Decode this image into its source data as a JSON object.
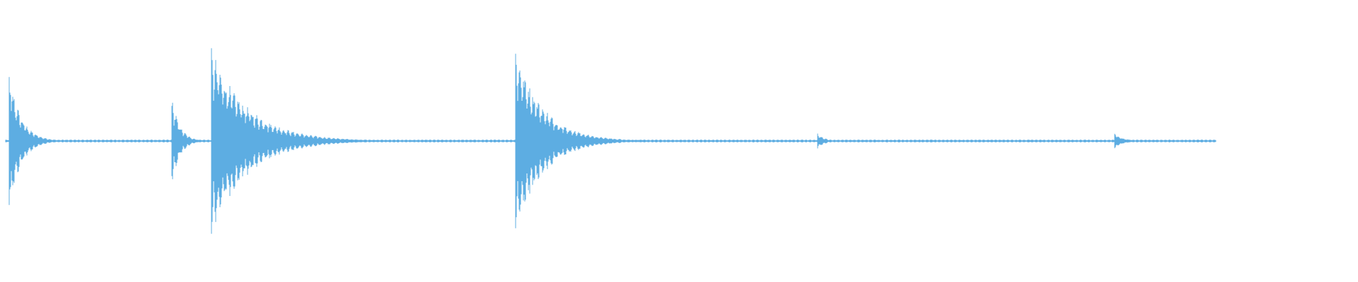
{
  "waveform": {
    "color": "#5dade2",
    "background": "#ffffff",
    "duration": 1.0,
    "transients": [
      {
        "t": 0.007,
        "amp": 0.74,
        "decay": 0.009
      },
      {
        "t": 0.1325,
        "amp": 0.48,
        "decay": 0.006
      },
      {
        "t": 0.163,
        "amp": 0.98,
        "decay": 0.028
      },
      {
        "t": 0.3975,
        "amp": 1.0,
        "decay": 0.021
      },
      {
        "t": 0.63,
        "amp": 0.1,
        "decay": 0.005
      },
      {
        "t": 0.859,
        "amp": 0.1,
        "decay": 0.006
      }
    ],
    "noise_floor": 0.015,
    "end_t": 0.9375
  }
}
